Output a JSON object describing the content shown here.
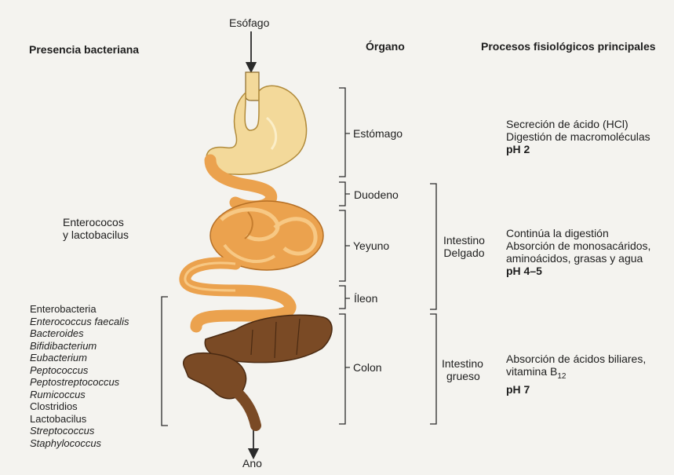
{
  "headers": {
    "bacteria": "Presencia bacteriana",
    "organ": "Órgano",
    "processes": "Procesos fisiológicos principales"
  },
  "top_label": "Esófago",
  "bottom_label": "Ano",
  "organs": {
    "stomach": "Estómago",
    "duodenum": "Duodeno",
    "jejunum": "Yeyuno",
    "ileum": "Íleon",
    "colon": "Colon"
  },
  "groups": {
    "small_intestine": [
      "Intestino",
      "Delgado"
    ],
    "large_intestine": [
      "Intestino",
      "grueso"
    ]
  },
  "processes": {
    "stomach": {
      "lines": [
        "Secreción de ácido (HCl)",
        "Digestión de macromoléculas"
      ],
      "ph": "pH 2"
    },
    "small": {
      "lines": [
        "Continúa la digestión",
        "Absorción de monosacáridos,",
        "aminoácidos, grasas y agua"
      ],
      "ph": "pH 4–5"
    },
    "large": {
      "line1": "Absorción de ácidos biliares,",
      "line2_prefix": "vitamina B",
      "line2_sub": "12",
      "ph": "pH 7"
    }
  },
  "bacteria": {
    "upper": [
      "Enterococos",
      "y lactobacilus"
    ],
    "lower": [
      {
        "name": "Enterobacteria",
        "italic": false
      },
      {
        "name": "Enterococcus faecalis",
        "italic": true
      },
      {
        "name": "Bacteroides",
        "italic": true
      },
      {
        "name": "Bifidibacterium",
        "italic": true
      },
      {
        "name": "Eubacterium",
        "italic": true
      },
      {
        "name": "Peptococcus",
        "italic": true
      },
      {
        "name": "Peptostreptococcus",
        "italic": true
      },
      {
        "name": "Rumicoccus",
        "italic": true
      },
      {
        "name": "Clostridios",
        "italic": false
      },
      {
        "name": "Lactobacilus",
        "italic": false
      },
      {
        "name": "Streptococcus",
        "italic": true
      },
      {
        "name": "Staphylococcus",
        "italic": true
      }
    ]
  },
  "colors": {
    "stomach": "#f3d99a",
    "small_intestine": "#eba24e",
    "colon": "#7a4a25",
    "lines": "#2a2a2a"
  }
}
